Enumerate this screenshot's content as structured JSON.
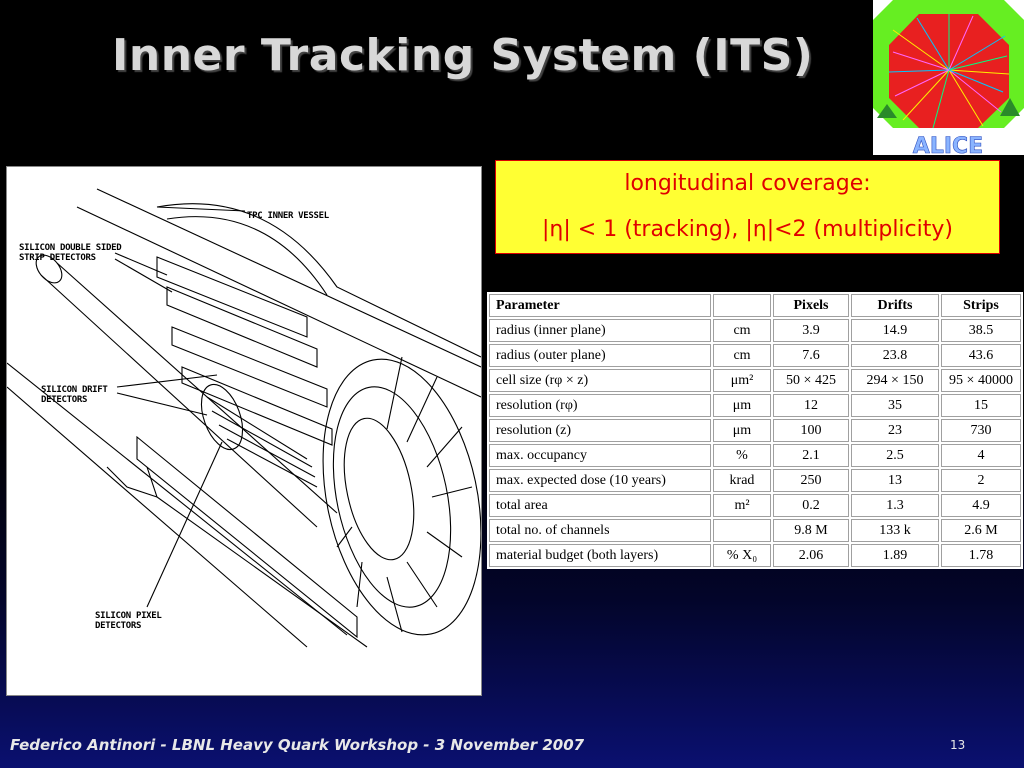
{
  "slide": {
    "title": "Inner Tracking System (ITS)",
    "footer": "Federico Antinori - LBNL Heavy Quark Workshop - 3 November 2007",
    "page_number": "13"
  },
  "logo": {
    "text": "ALICE",
    "icon": "alice-logo-icon"
  },
  "diagram": {
    "icon": "its-detector-cutaway-icon",
    "labels": {
      "tpc": "TPC INNER VESSEL",
      "ssd": "SILICON DOUBLE SIDED\nSTRIP DETECTORS",
      "sdd": "SILICON DRIFT\nDETECTORS",
      "spd": "SILICON PIXEL\nDETECTORS"
    }
  },
  "coverage": {
    "line1": "longitudinal coverage:",
    "line2": "|η| < 1 (tracking), |η|<2 (multiplicity)"
  },
  "table": {
    "header": {
      "param": "Parameter",
      "unit": "",
      "pixels": "Pixels",
      "drifts": "Drifts",
      "strips": "Strips"
    },
    "rows": [
      {
        "param": "radius (inner plane)",
        "unit": "cm",
        "pixels": "3.9",
        "drifts": "14.9",
        "strips": "38.5"
      },
      {
        "param": "radius (outer plane)",
        "unit": "cm",
        "pixels": "7.6",
        "drifts": "23.8",
        "strips": "43.6"
      },
      {
        "param": "cell size (rφ × z)",
        "unit": "μm²",
        "pixels": "50 × 425",
        "drifts": "294 × 150",
        "strips": "95 × 40000"
      },
      {
        "param": "resolution (rφ)",
        "unit": "μm",
        "pixels": "12",
        "drifts": "35",
        "strips": "15"
      },
      {
        "param": "resolution (z)",
        "unit": "μm",
        "pixels": "100",
        "drifts": "23",
        "strips": "730"
      },
      {
        "param": "max. occupancy",
        "unit": "%",
        "pixels": "2.1",
        "drifts": "2.5",
        "strips": "4"
      },
      {
        "param": "max. expected dose (10 years)",
        "unit": "krad",
        "pixels": "250",
        "drifts": "13",
        "strips": "2"
      },
      {
        "param": "total area",
        "unit": "m²",
        "pixels": "0.2",
        "drifts": "1.3",
        "strips": "4.9"
      },
      {
        "param": "total no. of channels",
        "unit": "",
        "pixels": "9.8 M",
        "drifts": "133 k",
        "strips": "2.6 M"
      },
      {
        "param": "material budget (both layers)",
        "unit": "% X₀",
        "pixels": "2.06",
        "drifts": "1.89",
        "strips": "1.78"
      }
    ]
  },
  "colors": {
    "background": "#000000",
    "title": "#d8d8d8",
    "coverage_bg": "#ffff33",
    "coverage_text": "#e00000",
    "logo_green": "#66ee22",
    "logo_octagon": "#e82020"
  }
}
